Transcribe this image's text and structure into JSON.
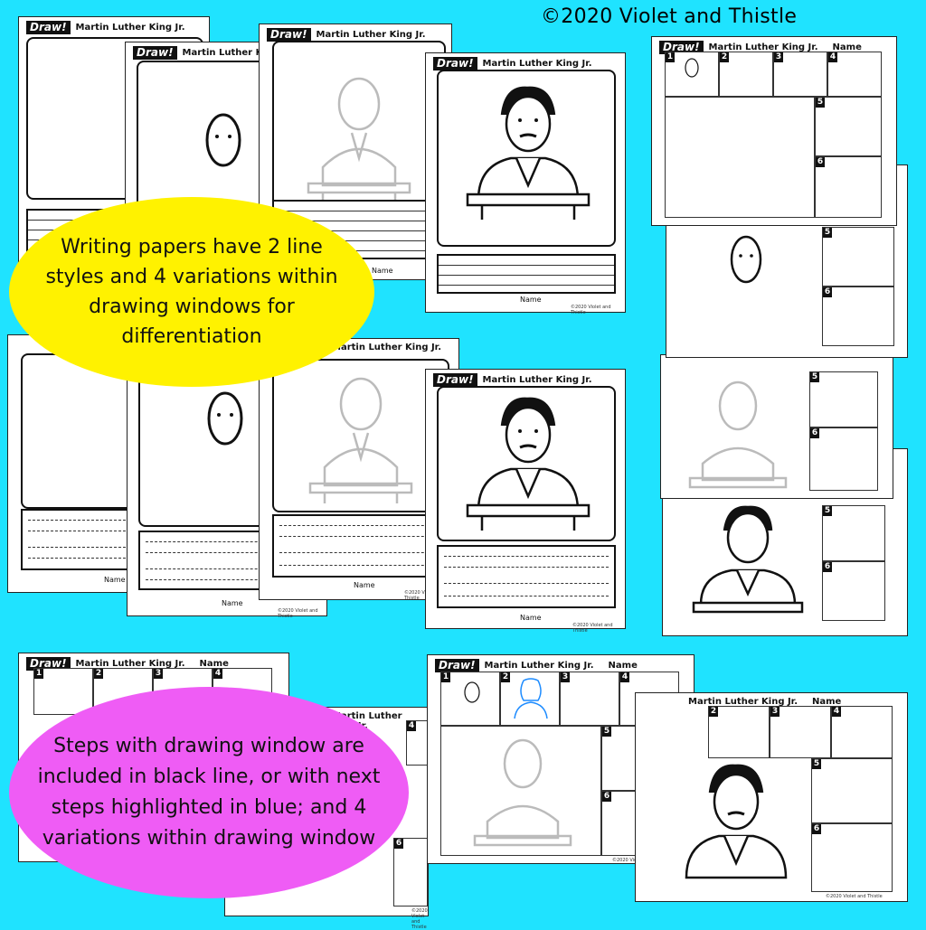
{
  "copyright": "©2020 Violet and Thistle",
  "header": {
    "draw_tag": "Draw!",
    "subject": "Martin Luther King Jr.",
    "name_label": "Name"
  },
  "footer_credit": "©2020 Violet and Thistle",
  "steps": [
    "1",
    "2",
    "3",
    "4",
    "5",
    "6"
  ],
  "callouts": {
    "writing_papers": "Writing papers have 2 line styles and 4 variations within drawing windows for differentiation",
    "steps_note": "Steps with drawing window are included in black line, or with next steps highlighted in blue; and 4 variations within drawing window"
  },
  "colors": {
    "background": "#1fe3ff",
    "yellow_callout": "#fff200",
    "pink_callout": "#ef5cf5",
    "step_highlight": "#1e8cff"
  }
}
